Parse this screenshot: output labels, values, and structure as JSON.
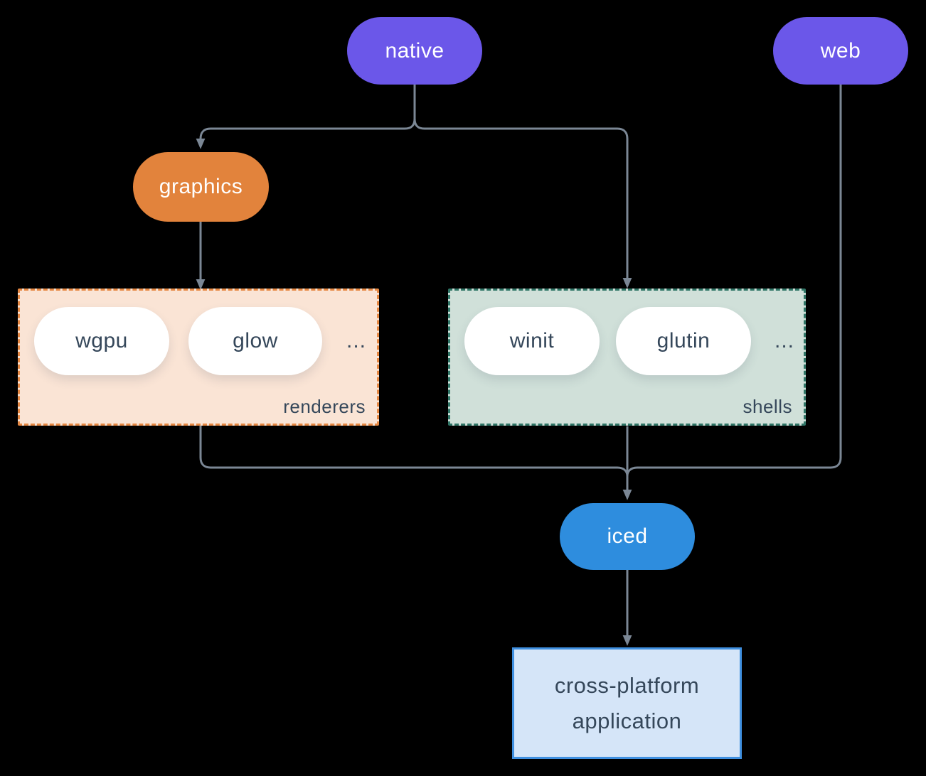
{
  "diagram": {
    "nodes": {
      "native": "native",
      "web": "web",
      "graphics": "graphics",
      "iced": "iced"
    },
    "groups": {
      "renderers": {
        "label": "renderers",
        "items": [
          "wgpu",
          "glow"
        ],
        "more": "..."
      },
      "shells": {
        "label": "shells",
        "items": [
          "winit",
          "glutin"
        ],
        "more": "..."
      }
    },
    "app": {
      "line1": "cross-platform",
      "line2": "application"
    },
    "colors": {
      "background": "#000000",
      "node_purple": "#6B57E9",
      "node_orange": "#E2833C",
      "node_blue": "#2E8DDE",
      "pill_white": "#FFFFFF",
      "renderers_fill": "#FAE4D5",
      "renderers_border": "#E68843",
      "shells_fill": "#D0E0D9",
      "shells_border": "#2F7566",
      "app_fill": "#D5E5F8",
      "app_border": "#3F8FDF",
      "edge": "#7B8795",
      "text_dark": "#35475A",
      "text_light": "#FFFFFF"
    }
  }
}
